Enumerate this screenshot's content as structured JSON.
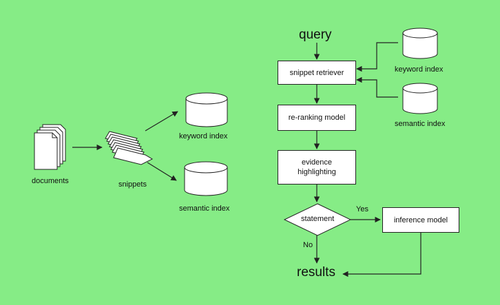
{
  "left": {
    "documents_label": "documents",
    "snippets_label": "snippets",
    "keyword_index_label": "keyword index",
    "semantic_index_label": "semantic index"
  },
  "right": {
    "query_label": "query",
    "snippet_retriever": "snippet retriever",
    "reranking_model": "re-ranking model",
    "evidence_line1": "evidence",
    "evidence_line2": "highlighting",
    "statement": "statement",
    "yes_label": "Yes",
    "no_label": "No",
    "inference_model": "inference model",
    "results_label": "results",
    "keyword_index_label": "keyword index",
    "semantic_index_label": "semantic index"
  },
  "colors": {
    "background": "#86ec86",
    "box_fill": "#ffffff",
    "stroke": "#222222"
  }
}
